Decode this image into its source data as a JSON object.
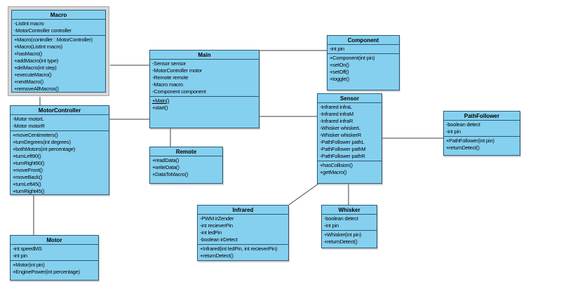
{
  "classes": {
    "macro": {
      "name": "Macro",
      "selected": true,
      "attributes": [
        "-ListInt macro",
        "-MotorController controller"
      ],
      "methods": [
        "+Macro(controller : MotorController)",
        "+Macro(ListInt macro)",
        "+hasMacro()",
        "+addMacro(int type)",
        "+delMacro(int step)",
        "+executeMacro()",
        "+nextMacro()",
        "+removeAllMacros()"
      ]
    },
    "motorcontroller": {
      "name": "MotorController",
      "attributes": [
        "-Motor motorL",
        "-Motor motorR"
      ],
      "methods": [
        "+moveCentimeters()",
        "+turnDegrees(int degrees)",
        "+bothMotors(int percentage)",
        "+turnLeft90()",
        "+turnRight90()",
        "+moveFront()",
        "+moveBack()",
        "+turnLeft45()",
        "+turnRight45()"
      ]
    },
    "motor": {
      "name": "Motor",
      "attributes": [
        "-int speedMS",
        "-int pin"
      ],
      "methods": [
        "+Motor(int pin)",
        "+EnginePower(int percentage)"
      ]
    },
    "main": {
      "name": "Main",
      "attributes": [
        "-Sensor sensor",
        "-MotorController motor",
        "-Remote remote",
        "-Macro macro",
        "-Component component"
      ],
      "methods": [
        {
          "text": "+Main()",
          "underline": true
        },
        "+start()"
      ]
    },
    "remote": {
      "name": "Remote",
      "attributes": [],
      "methods": [
        "+readData()",
        "+writeData()",
        "+DataToMacro()"
      ]
    },
    "component": {
      "name": "Component",
      "attributes": [
        "-int pin"
      ],
      "methods": [
        "+Component(int pin)",
        "+setOn()",
        "+setOff()",
        "+toggle()"
      ]
    },
    "sensor": {
      "name": "Sensor",
      "attributes": [
        "-Infrared infraL",
        "-Infrared infraM",
        "-Infrared infraR",
        "-Whisker whiskerL",
        "-Whisker whiskerR",
        "-PathFollower pathL",
        "-PathFollower pathM",
        "-PathFollower pathR"
      ],
      "methods": [
        "+hasCollision()",
        "+getMacro()"
      ]
    },
    "pathfollower": {
      "name": "PathFollower",
      "attributes": [
        "-boolean detect",
        "-int pin"
      ],
      "methods": [
        "+PathFollower(int pin)",
        "+returnDetect()"
      ]
    },
    "infrared": {
      "name": "Infrared",
      "attributes": [
        "-PWM irZender",
        "-int recieverPin",
        "-int ledPin",
        "-boolean irDetect"
      ],
      "methods": [
        "+Infrared(int ledPin, int recieverPin)",
        "+returnDetect()"
      ]
    },
    "whisker": {
      "name": "Whisker",
      "attributes": [
        "-boolean detect",
        "-int pin"
      ],
      "methods": [
        "+Whisker(int pin)",
        "+returnDetect()"
      ]
    }
  },
  "relationships": [
    {
      "from": "Macro",
      "to": "Main"
    },
    {
      "from": "Macro",
      "to": "MotorController"
    },
    {
      "from": "MotorController",
      "to": "Main"
    },
    {
      "from": "MotorController",
      "to": "Motor"
    },
    {
      "from": "Main",
      "to": "Component"
    },
    {
      "from": "Main",
      "to": "Sensor"
    },
    {
      "from": "Main",
      "to": "Remote"
    },
    {
      "from": "Sensor",
      "to": "PathFollower"
    },
    {
      "from": "Sensor",
      "to": "Infrared"
    },
    {
      "from": "Sensor",
      "to": "Whisker"
    }
  ],
  "colors": {
    "class_fill": "#85d0ef",
    "class_border": "#2e5a75",
    "connector": "#3f3f3f",
    "selection_frame": "#d6d6d6",
    "canvas_background": "#ffffff"
  }
}
